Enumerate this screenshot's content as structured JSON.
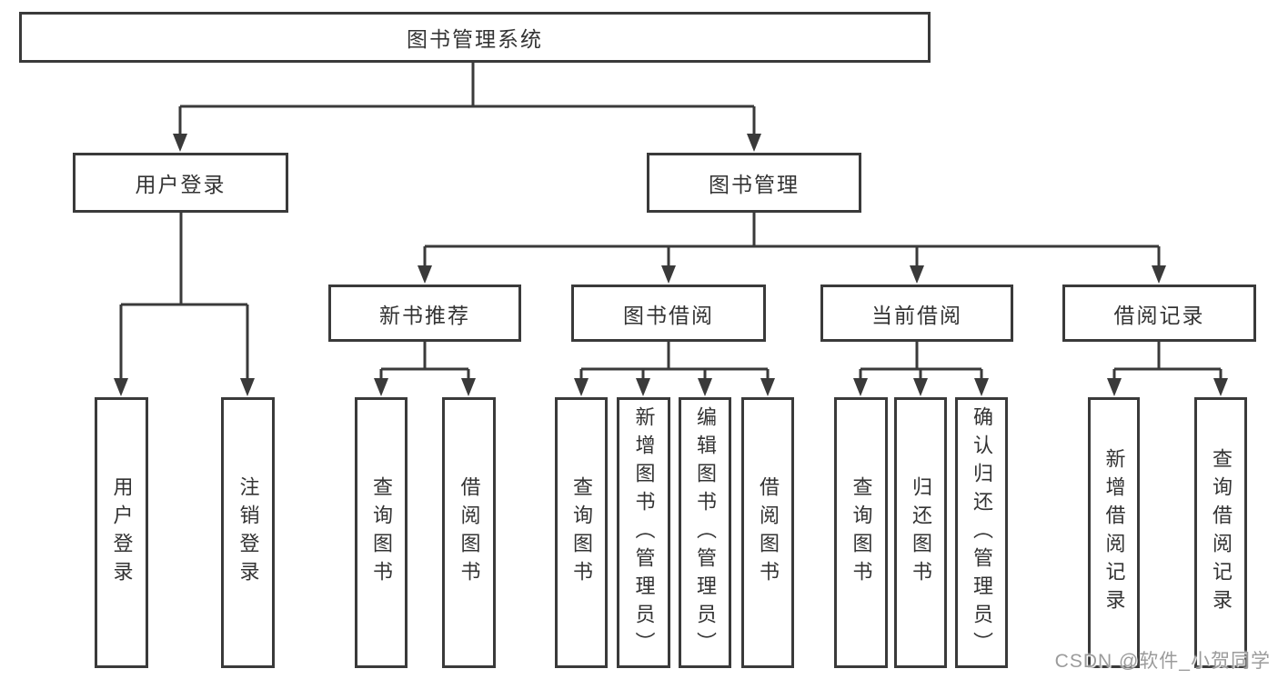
{
  "diagram": {
    "type": "hierarchy-tree",
    "tree": {
      "label": "图书管理系统",
      "children": [
        {
          "label": "用户登录",
          "children": [
            {
              "label": "用户登录"
            },
            {
              "label": "注销登录"
            }
          ]
        },
        {
          "label": "图书管理",
          "children": [
            {
              "label": "新书推荐",
              "children": [
                {
                  "label": "查询图书"
                },
                {
                  "label": "借阅图书"
                }
              ]
            },
            {
              "label": "图书借阅",
              "children": [
                {
                  "label": "查询图书"
                },
                {
                  "label": "新增图书（管理员）"
                },
                {
                  "label": "编辑图书（管理员）"
                },
                {
                  "label": "借阅图书"
                }
              ]
            },
            {
              "label": "当前借阅",
              "children": [
                {
                  "label": "查询图书"
                },
                {
                  "label": "归还图书"
                },
                {
                  "label": "确认归还（管理员）"
                }
              ]
            },
            {
              "label": "借阅记录",
              "children": [
                {
                  "label": "新增借阅记录"
                },
                {
                  "label": "查询借阅记录"
                }
              ]
            }
          ]
        }
      ]
    }
  },
  "watermark": {
    "text": "CSDN @软件_小贺同学"
  },
  "colors": {
    "line": "#3a3a3a",
    "box_border": "#3a3a3a",
    "box_fill": "#ffffff",
    "text": "#333333",
    "watermark": "#9b9b9b",
    "background": "#ffffff"
  }
}
